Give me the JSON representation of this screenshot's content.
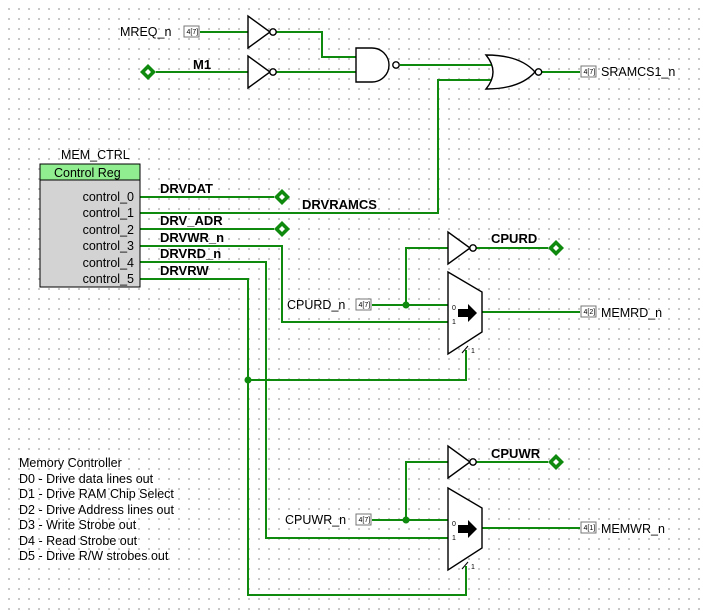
{
  "register": {
    "title": "MEM_CTRL",
    "type_label": "Control Reg",
    "ports": [
      "control_0",
      "control_1",
      "control_2",
      "control_3",
      "control_4",
      "control_5"
    ]
  },
  "inputs": {
    "mreq": "MREQ_n",
    "cpurd": "CPURD_n",
    "cpuwr": "CPUWR_n",
    "pin_label": "4[7]"
  },
  "tunnels": {
    "m1": "M1",
    "drvdat": "DRVDAT",
    "drvramcs": "DRVRAMCS",
    "drv_adr": "DRV_ADR",
    "drvwr": "DRVWR_n",
    "drvrd": "DRVRD_n",
    "drvrw": "DRVRW",
    "cpurd_out": "CPURD",
    "cpuwr_out": "CPUWR"
  },
  "outputs": {
    "sramcs": "SRAMCS1_n",
    "memrd": "MEMRD_n",
    "memwr": "MEMWR_n",
    "sramcs_pin": "4[7]",
    "memrd_pin": "4[2]",
    "memwr_pin": "4[1]"
  },
  "mux_labels": {
    "in0": "0",
    "in1": "1",
    "select": "1"
  },
  "notes": {
    "title": "Memory Controller",
    "lines": [
      "D0 - Drive data lines out",
      "D1 - Drive RAM Chip Select",
      "D2 - Drive Address lines out",
      "D3 - Write Strobe out",
      "D4 - Read Strobe out",
      "D5 - Drive R/W strobes out"
    ]
  },
  "colors": {
    "wire": "#0f8a0f",
    "reg_header": "#90ee90",
    "reg_body": "#d3d3d3",
    "tunnel": "#0f8a0f"
  }
}
